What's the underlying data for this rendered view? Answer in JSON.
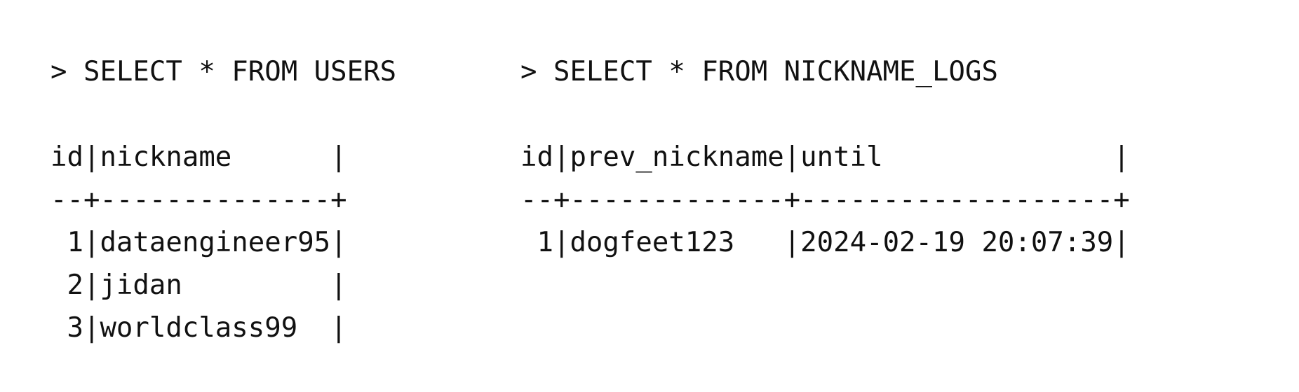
{
  "users_query": {
    "command": "> SELECT * FROM USERS",
    "output": {
      "header": "id|nickname      |",
      "separator": "--+--------------+",
      "rows": [
        "1|dataengineer95|",
        "2|jidan         |",
        "3|worldclass99  |"
      ]
    }
  },
  "nickname_logs_query": {
    "command": "> SELECT * FROM NICKNAME_LOGS",
    "output": {
      "header": "id|prev_nickname|until              |",
      "separator": "--+-------------+-------------------+",
      "rows": [
        "1|dogfeet123   |2024-02-19 20:07:39|"
      ]
    }
  }
}
